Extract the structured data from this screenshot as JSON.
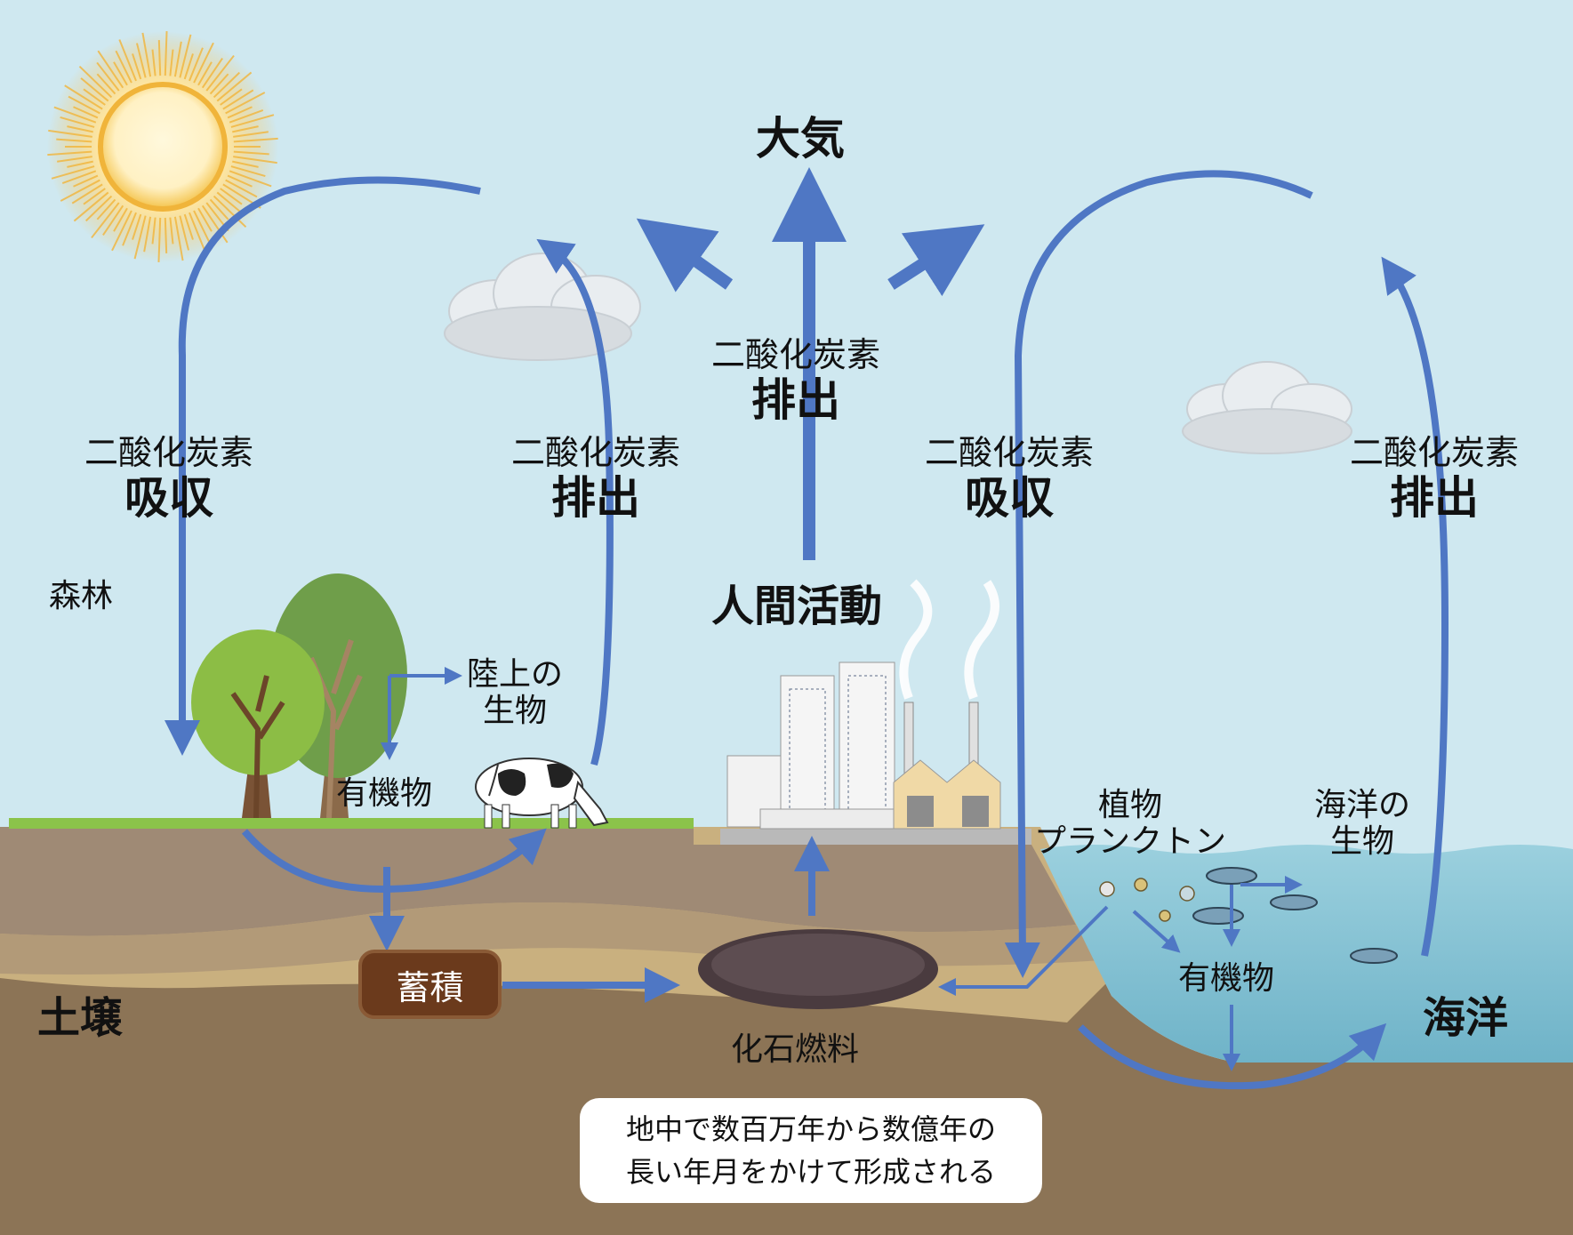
{
  "title": "大気",
  "labels": {
    "forest": "森林",
    "soil": "土壌",
    "ocean": "海洋",
    "human_activity": "人間活動",
    "land_organisms": [
      "陸上の",
      "生物"
    ],
    "organic_matter_land": "有機物",
    "storage": "蓄積",
    "fossil_fuel": "化石燃料",
    "phytoplankton": [
      "植物",
      "プランクトン"
    ],
    "ocean_organisms": [
      "海洋の",
      "生物"
    ],
    "organic_matter_ocean": "有機物"
  },
  "co2_labels": [
    {
      "line1": "二酸化炭素",
      "line2": "吸収"
    },
    {
      "line1": "二酸化炭素",
      "line2": "排出"
    },
    {
      "line1": "二酸化炭素",
      "line2": "排出"
    },
    {
      "line1": "二酸化炭素",
      "line2": "吸収"
    },
    {
      "line1": "二酸化炭素",
      "line2": "排出"
    }
  ],
  "note": [
    "地中で数百万年から数億年の",
    "長い年月をかけて形成される"
  ],
  "colors": {
    "sky": "#cfe8f0",
    "arrow": "#4f77c4",
    "soil_top": "#a08a72",
    "soil_mid": "#c9b07f",
    "soil_deep": "#8c7456",
    "sea": "#7fbccf",
    "storage_box": "#6b3a1c"
  }
}
